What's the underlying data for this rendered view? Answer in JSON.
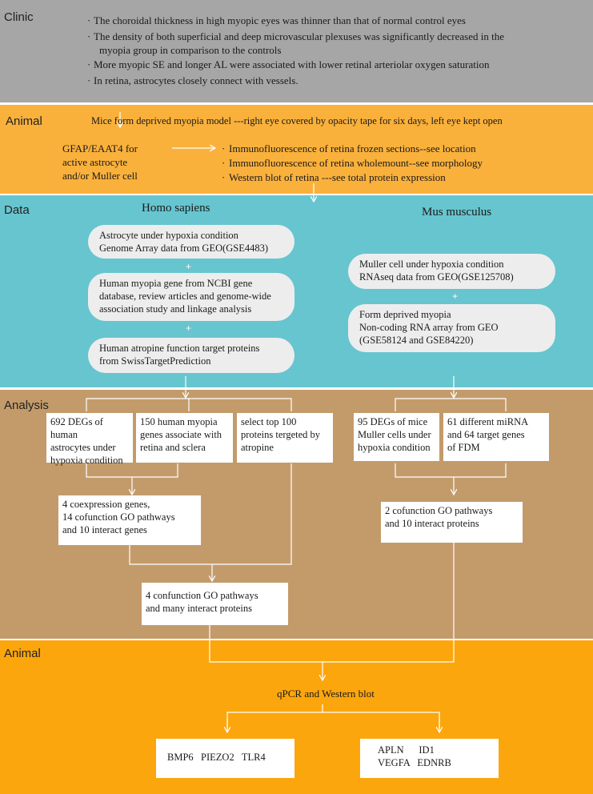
{
  "clinic": {
    "label": "Clinic",
    "bullets": [
      "The choroidal thickness in high myopic eyes was thinner than that of normal control eyes",
      "The density of both superficial and deep microvascular plexuses was significantly decreased in the",
      "myopia group in comparison to the controls",
      "More myopic SE and longer AL were associated with lower retinal arteriolar oxygen saturation",
      "In retina, astrocytes closely connect with vessels."
    ]
  },
  "animal_model": {
    "label": "Animal",
    "model": "Mice form deprived myopia model ---right eye covered by opacity tape for six days, left eye kept open",
    "markers": [
      "GFAP/EAAT4 for",
      "active astrocyte",
      "and/or Muller cell"
    ],
    "methods": [
      "Immunofluorescence of retina frozen sections--see location",
      "Immunofluorescence of retina wholemount--see morphology",
      "Western blot of retina ---see total protein expression"
    ]
  },
  "data": {
    "label": "Data",
    "human_title": "Homo sapiens",
    "mouse_title": "Mus musculus",
    "human_sources": [
      [
        "Astrocyte under hypoxia condition",
        "Genome Array data from GEO(GSE4483)"
      ],
      [
        "Human myopia gene from NCBI  gene",
        "database, review articles and genome-wide",
        "association study and linkage analysis"
      ],
      [
        "Human atropine function target proteins",
        "from SwissTargetPrediction"
      ]
    ],
    "mouse_sources": [
      [
        "Muller cell under hypoxia condition",
        "RNAseq data from GEO(GSE125708)"
      ],
      [
        "Form deprived myopia",
        "Non-coding RNA array from GEO",
        "(GSE58124 and GSE84220)"
      ]
    ],
    "plus": "+"
  },
  "analysis": {
    "label": "Analysis",
    "human_boxes": [
      [
        "692 DEGs of human",
        "astrocytes under",
        "hypoxia condition"
      ],
      [
        "150 human myopia",
        "genes associate with",
        "retina and sclera"
      ],
      [
        "select top 100",
        "proteins tergeted by",
        "atropine"
      ]
    ],
    "mouse_boxes": [
      [
        "95 DEGs of mice",
        "Muller cells under",
        "hypoxia condition"
      ],
      [
        "61 different miRNA",
        "and 64 target genes",
        "of FDM"
      ]
    ],
    "human_merge": [
      "4 coexpression genes,",
      "14 cofunction GO pathways",
      "and 10 interact genes"
    ],
    "mouse_merge": [
      "2 cofunction GO pathways",
      "and 10 interact proteins"
    ],
    "final": [
      "4 confunction GO pathways",
      "and many interact proteins"
    ]
  },
  "validation": {
    "label": "Animal",
    "method": "qPCR and Western blot",
    "left_genes": [
      "BMP6   PIEZO2   TLR4"
    ],
    "right_genes": [
      "APLN      ID1",
      "VEGFA   EDNRB"
    ]
  },
  "colors": {
    "clinic": "#a6a6a6",
    "animal": "#fab13c",
    "data": "#67c5cf",
    "analysis": "#c39b6b",
    "validation": "#fca60d"
  }
}
